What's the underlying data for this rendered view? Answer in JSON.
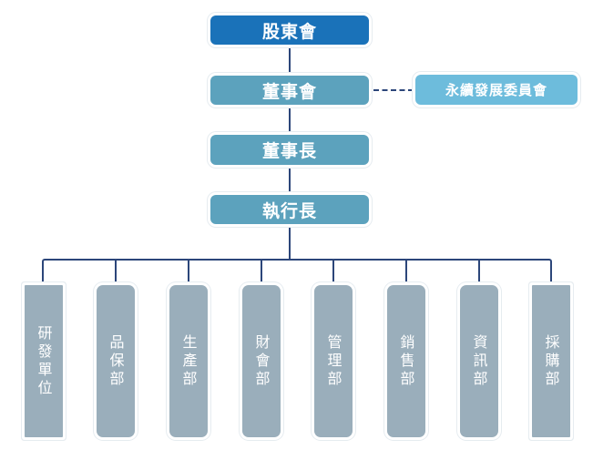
{
  "colors": {
    "shareholders": "#1a72b9",
    "executive": "#5ca2bd",
    "committee": "#6dbcdc",
    "department": "#9aaebb",
    "connector": "#2c467a"
  },
  "nodes": {
    "shareholders_meeting": "股東會",
    "board_of_directors": "董事會",
    "sustainability_committee": "永續發展委員會",
    "chairman": "董事長",
    "ceo": "執行長"
  },
  "departments": [
    {
      "label": "研發單位"
    },
    {
      "label": "品保部"
    },
    {
      "label": "生產部"
    },
    {
      "label": "財會部"
    },
    {
      "label": "管理部"
    },
    {
      "label": "銷售部"
    },
    {
      "label": "資訊部"
    },
    {
      "label": "採購部"
    }
  ]
}
